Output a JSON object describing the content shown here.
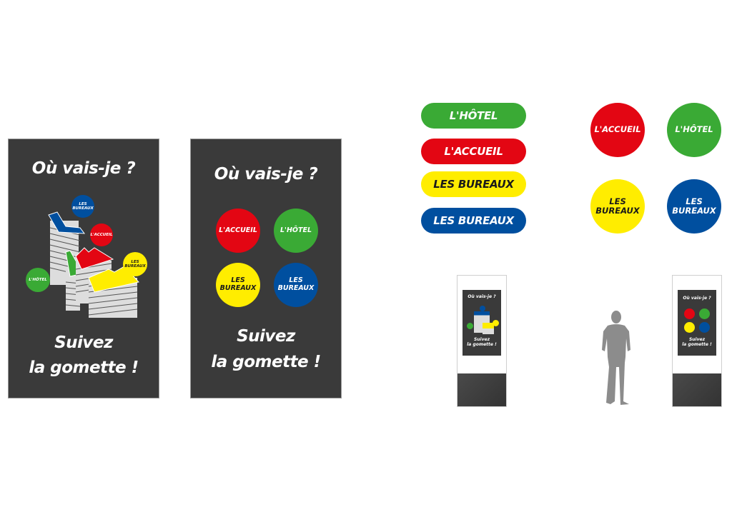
{
  "colors": {
    "background": "#ffffff",
    "poster": "#3a3a3a",
    "red": "#e30613",
    "green": "#3aaa35",
    "yellow": "#ffed00",
    "blue": "#004f9f"
  },
  "poster_left": {
    "title": "Où vais-je ?",
    "footer_line1": "Suivez",
    "footer_line2": "la gomette !",
    "markers": {
      "blue_l1": "LES",
      "blue_l2": "BUREAUX",
      "red": "L'ACCUEIL",
      "yellow_l1": "LES",
      "yellow_l2": "BUREAUX",
      "green": "L'HÔTEL"
    }
  },
  "poster_right": {
    "title": "Où vais-je ?",
    "footer_line1": "Suivez",
    "footer_line2": "la gomette !",
    "dots": {
      "red": "L'ACCUEIL",
      "green": "L'HÔTEL",
      "yellow_l1": "LES",
      "yellow_l2": "BUREAUX",
      "blue_l1": "LES",
      "blue_l2": "BUREAUX"
    }
  },
  "pills": [
    {
      "label": "L'HÔTEL",
      "color": "green"
    },
    {
      "label": "L'ACCUEIL",
      "color": "red"
    },
    {
      "label": "LES BUREAUX",
      "color": "yellow"
    },
    {
      "label": "LES BUREAUX",
      "color": "blue"
    }
  ],
  "circles": {
    "red": "L'ACCUEIL",
    "green": "L'HÔTEL",
    "yellow_l1": "LES",
    "yellow_l2": "BUREAUX",
    "blue_l1": "LES",
    "blue_l2": "BUREAUX"
  },
  "totem_left": {
    "title": "Où vais-je ?",
    "footer_line1": "Suivez",
    "footer_line2": "la gomette !"
  },
  "totem_right": {
    "title": "Où vais-je ?",
    "footer_line1": "Suivez",
    "footer_line2": "la gomette !"
  }
}
